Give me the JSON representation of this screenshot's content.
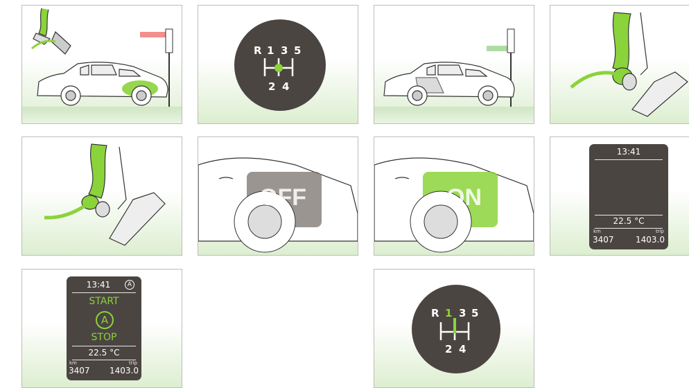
{
  "gears": {
    "top": [
      "R",
      "1",
      "3",
      "5"
    ],
    "bottom": [
      "2",
      "4"
    ],
    "highlight_color": "#8bd33a",
    "knob_color": "#4b4542"
  },
  "engine_labels": {
    "off": "OFF",
    "on": "ON"
  },
  "display_plain": {
    "time": "13:41",
    "temperature": "22.5 °C",
    "km_label": "km",
    "trip_label": "trip",
    "odometer": "3407",
    "trip": "1403.0"
  },
  "display_startstop": {
    "time": "13:41",
    "auto_symbol": "A",
    "start": "START",
    "auto_big": "A",
    "stop": "STOP",
    "temperature": "22.5 °C",
    "km_label": "km",
    "trip_label": "trip",
    "odometer": "3407",
    "trip": "1403.0"
  },
  "colors": {
    "accent_green": "#8bd33a",
    "signal_red": "#e8322b",
    "signal_green": "#6bbf59",
    "panel_border": "#bcbcbc"
  }
}
